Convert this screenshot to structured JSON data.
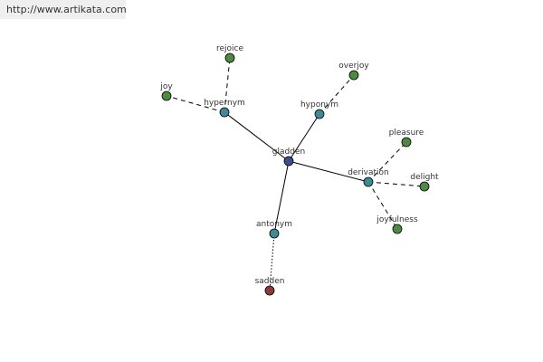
{
  "banner": {
    "url": "http://www.artikata.com"
  },
  "colors": {
    "root": "#3a4f8c",
    "relation": "#3f8a93",
    "term": "#4f8a44",
    "antonym_term": "#8c3a3a"
  },
  "graph": {
    "nodes": [
      {
        "id": "gladden",
        "label": "gladden",
        "kind": "root"
      },
      {
        "id": "hypernym",
        "label": "hypernym",
        "kind": "relation"
      },
      {
        "id": "hyponym",
        "label": "hyponym",
        "kind": "relation"
      },
      {
        "id": "derivation",
        "label": "derivation",
        "kind": "relation"
      },
      {
        "id": "antonym",
        "label": "antonym",
        "kind": "relation"
      },
      {
        "id": "rejoice",
        "label": "rejoice",
        "kind": "term"
      },
      {
        "id": "joy",
        "label": "joy",
        "kind": "term"
      },
      {
        "id": "overjoy",
        "label": "overjoy",
        "kind": "term"
      },
      {
        "id": "pleasure",
        "label": "pleasure",
        "kind": "term"
      },
      {
        "id": "delight",
        "label": "delight",
        "kind": "term"
      },
      {
        "id": "joyfulness",
        "label": "joyfulness",
        "kind": "term"
      },
      {
        "id": "sadden",
        "label": "sadden",
        "kind": "antonym_term"
      }
    ],
    "edges": [
      {
        "from": "gladden",
        "to": "hypernym",
        "style": "solid"
      },
      {
        "from": "gladden",
        "to": "hyponym",
        "style": "solid"
      },
      {
        "from": "gladden",
        "to": "derivation",
        "style": "solid"
      },
      {
        "from": "gladden",
        "to": "antonym",
        "style": "solid"
      },
      {
        "from": "hypernym",
        "to": "rejoice",
        "style": "dashed"
      },
      {
        "from": "hypernym",
        "to": "joy",
        "style": "dashed"
      },
      {
        "from": "hyponym",
        "to": "overjoy",
        "style": "dashed"
      },
      {
        "from": "derivation",
        "to": "pleasure",
        "style": "dashed"
      },
      {
        "from": "derivation",
        "to": "delight",
        "style": "dashed"
      },
      {
        "from": "derivation",
        "to": "joyfulness",
        "style": "dashed"
      },
      {
        "from": "antonym",
        "to": "sadden",
        "style": "dotted"
      }
    ]
  }
}
